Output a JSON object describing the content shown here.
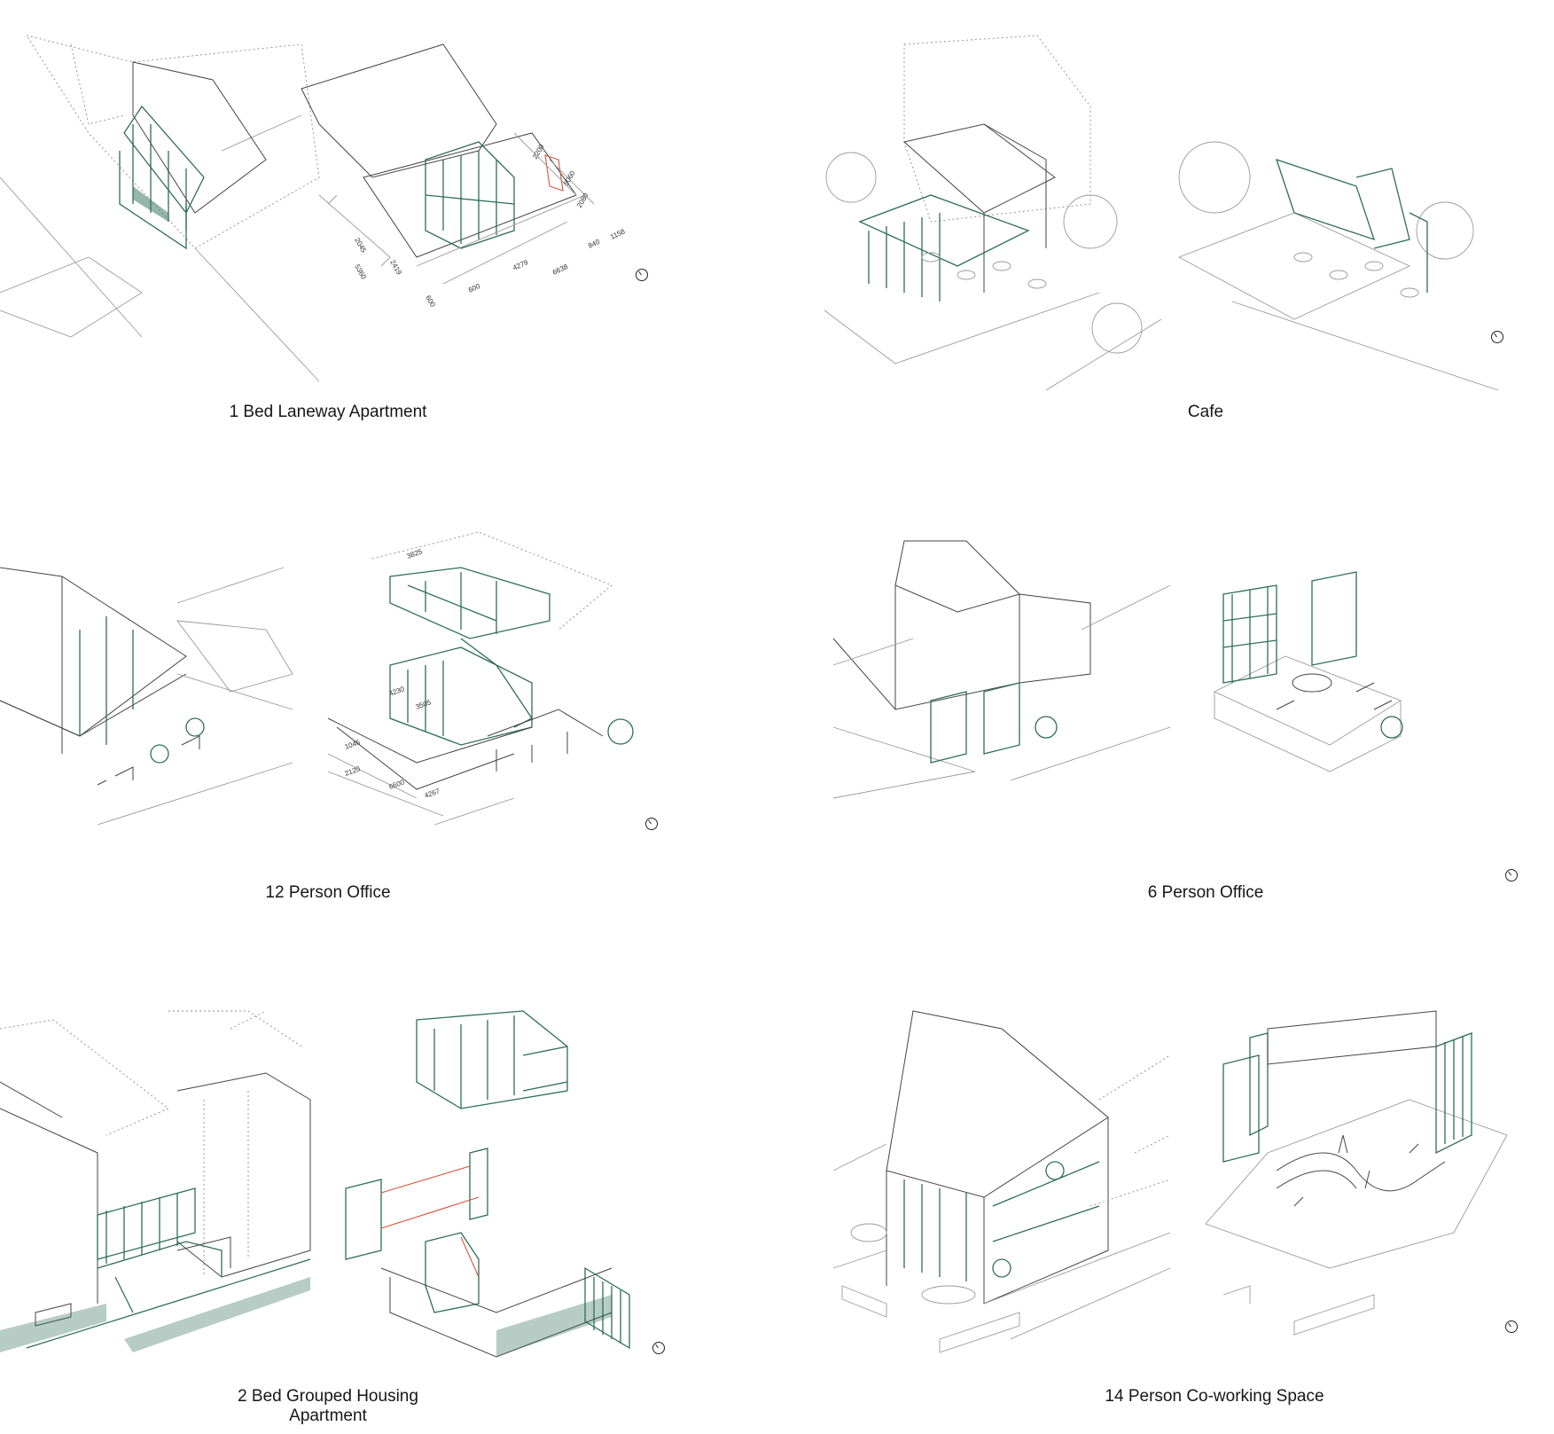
{
  "panels": [
    {
      "id": "laneway",
      "caption": "1 Bed Laneway Apartment",
      "dimensions": [
        "2200",
        "5060",
        "2080",
        "2045",
        "5360",
        "2419",
        "600",
        "4279",
        "6638",
        "840",
        "1158",
        "600"
      ]
    },
    {
      "id": "cafe",
      "caption": "Cafe"
    },
    {
      "id": "office12",
      "caption": "12 Person Office",
      "dimensions": [
        "3825",
        "1046",
        "4230",
        "3505",
        "2120",
        "6600",
        "4267"
      ]
    },
    {
      "id": "office6",
      "caption": "6 Person Office"
    },
    {
      "id": "housing",
      "caption_line1": "2 Bed Grouped Housing",
      "caption_line2": "Apartment"
    },
    {
      "id": "cowork",
      "caption": "14 Person Co-working Space"
    }
  ],
  "colors": {
    "accent_green": "#2e6e58",
    "accent_red": "#d2553a",
    "line_grey": "#8a8a8a"
  },
  "icons": [
    "north-arrow-icon"
  ]
}
